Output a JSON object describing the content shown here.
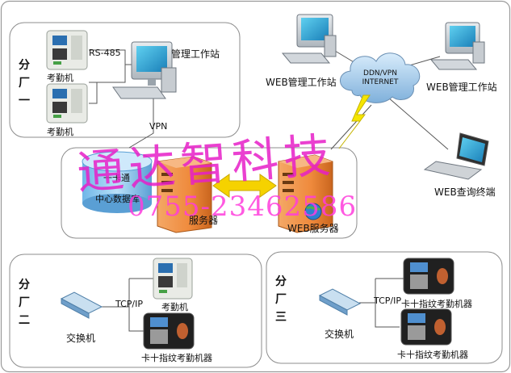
{
  "branch1": {
    "vertical": [
      "分",
      "厂",
      "一"
    ],
    "device1": "考勤机",
    "device2": "考勤机",
    "link": "RS-485",
    "workstation": "管理工作站",
    "vpn": "VPN"
  },
  "network": {
    "cloud_line1": "DDN/VPN",
    "cloud_line2": "INTERNET",
    "ws_left": "WEB管理工作站",
    "ws_right": "WEB管理工作站",
    "laptop": "WEB查询终端"
  },
  "center": {
    "db_line1": "一卡通",
    "db_line2": "中心数据库",
    "server": "服务器",
    "web_server": "WEB服务器"
  },
  "branch2": {
    "vertical": [
      "分",
      "厂",
      "二"
    ],
    "switch": "交换机",
    "protocol": "TCP/IP",
    "device1": "考勤机",
    "device2": "卡十指纹考勤机器"
  },
  "branch3": {
    "vertical": [
      "分",
      "厂",
      "三"
    ],
    "switch": "交换机",
    "protocol": "TCP/IP",
    "device1": "卡十指纹考勤机器",
    "device2": "卡十指纹考勤机器"
  },
  "watermark": {
    "name": "通达智科技",
    "phone": "0755-23462586"
  },
  "colors": {
    "panel_border": "#8c8c8c",
    "server_orange": "#f08a3c",
    "arrow_yellow": "#f5d200",
    "watermark": "#ff33cc",
    "cloud_blue": "#8fb8e0"
  }
}
